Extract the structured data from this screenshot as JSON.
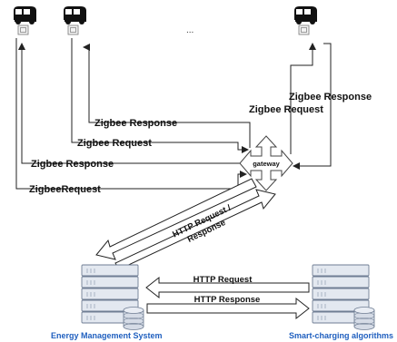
{
  "diagram": {
    "ellipsis": "...",
    "gateway_label": "gateway",
    "links": {
      "response_1": "Zigbee Response",
      "request_1": "Zigbee Request",
      "response_2": "Zigbee Response",
      "request_2": "ZigbeeRequest",
      "right_request": "Zigbee Request",
      "right_response": "Zigbee Response"
    },
    "http_link": "HTTP Request / Response",
    "http_link_line1": "HTTP Request /",
    "http_link_line2": "Response",
    "server_request": "HTTP Request",
    "server_response": "HTTP Response",
    "left_system": "Energy Management System",
    "right_system": "Smart-charging algorithms",
    "colors": {
      "server_fill": "#e3e8f0",
      "server_stroke": "#6f7d93",
      "system_label": "#1f5fbf",
      "arrow": "#222222"
    },
    "icons": [
      "ev-charger-icon",
      "ev-charger-icon",
      "ev-charger-icon",
      "gateway-cross-icon",
      "server-rack-icon",
      "server-rack-icon",
      "database-icon",
      "database-icon"
    ]
  }
}
